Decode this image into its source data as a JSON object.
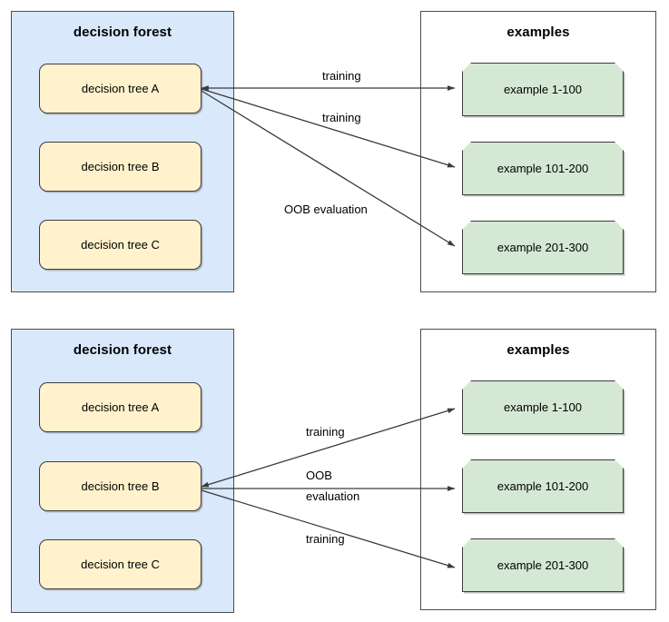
{
  "colors": {
    "forest_panel_fill": "#dae8fc",
    "tree_box_fill": "#fff2cc",
    "example_box_fill": "#d5e8d4",
    "panel_border": "#4d4d4d",
    "box_border": "#3d3d3d",
    "arrow": "#3b3b3b",
    "text": "#000000",
    "background": "#ffffff"
  },
  "diagrams": [
    {
      "id": "top",
      "forest": {
        "title": "decision forest",
        "trees": [
          {
            "label": "decision tree A"
          },
          {
            "label": "decision tree B"
          },
          {
            "label": "decision tree C"
          }
        ]
      },
      "examples": {
        "title": "examples",
        "items": [
          {
            "label": "example 1-100"
          },
          {
            "label": "example 101-200"
          },
          {
            "label": "example 201-300"
          }
        ]
      },
      "edges": [
        {
          "from": "decision tree A",
          "to": "example 1-100",
          "label": "training"
        },
        {
          "from": "decision tree A",
          "to": "example 101-200",
          "label": "training"
        },
        {
          "from": "decision tree A",
          "to": "example 201-300",
          "label": "OOB evaluation"
        }
      ]
    },
    {
      "id": "bottom",
      "forest": {
        "title": "decision forest",
        "trees": [
          {
            "label": "decision tree A"
          },
          {
            "label": "decision tree B"
          },
          {
            "label": "decision tree C"
          }
        ]
      },
      "examples": {
        "title": "examples",
        "items": [
          {
            "label": "example 1-100"
          },
          {
            "label": "example 101-200"
          },
          {
            "label": "example 201-300"
          }
        ]
      },
      "edges": [
        {
          "from": "decision tree B",
          "to": "example 1-100",
          "label": "training"
        },
        {
          "from": "decision tree B",
          "to": "example 101-200",
          "label_line1": "OOB",
          "label_line2": "evaluation"
        },
        {
          "from": "decision tree B",
          "to": "example 201-300",
          "label": "training"
        }
      ]
    }
  ]
}
